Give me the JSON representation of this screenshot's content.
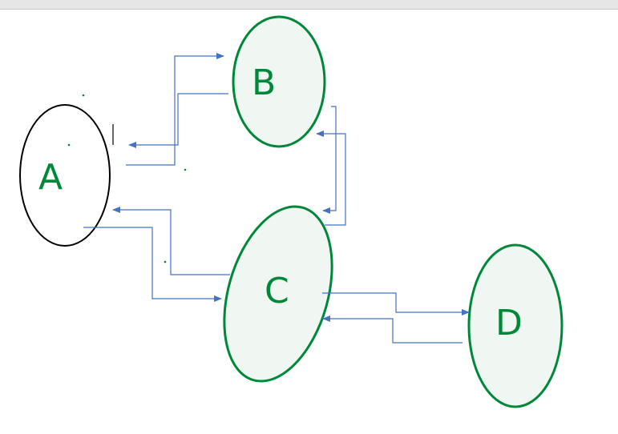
{
  "nodes": [
    {
      "id": "A",
      "label": "A"
    },
    {
      "id": "B",
      "label": "B"
    },
    {
      "id": "C",
      "label": "C"
    },
    {
      "id": "D",
      "label": "D"
    }
  ],
  "edges": [
    {
      "from": "B",
      "to": "A"
    },
    {
      "from": "A",
      "to": "B"
    },
    {
      "from": "B",
      "to": "C"
    },
    {
      "from": "C",
      "to": "B"
    },
    {
      "from": "C",
      "to": "A"
    },
    {
      "from": "A",
      "to": "C"
    },
    {
      "from": "C",
      "to": "D"
    },
    {
      "from": "D",
      "to": "C"
    }
  ],
  "colors": {
    "node_stroke": "#00883a",
    "node_fill": "#f0f7f2",
    "start_node_stroke": "#000000",
    "connector": "#4472c4"
  }
}
